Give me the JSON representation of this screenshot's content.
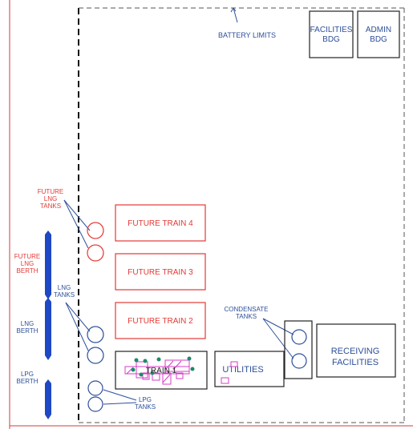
{
  "labels": {
    "battery_limits": "BATTERY LIMITS",
    "facilities_bdg": [
      "FACILITIES",
      "BDG"
    ],
    "admin_bdg": [
      "ADMIN",
      "BDG"
    ],
    "future_lng_tanks": [
      "FUTURE",
      "LNG",
      "TANKS"
    ],
    "future_lng_berth": [
      "FUTURE",
      "LNG",
      "BERTH"
    ],
    "lng_tanks": [
      "LNG",
      "TANKS"
    ],
    "lng_berth": [
      "LNG",
      "BERTH"
    ],
    "lpg_berth": [
      "LPG",
      "BERTH"
    ],
    "lpg_tanks": [
      "LPG",
      "TANKS"
    ],
    "condensate_tanks": [
      "CONDENSATE",
      "TANKS"
    ],
    "future_train_4": "FUTURE TRAIN 4",
    "future_train_3": "FUTURE TRAIN 3",
    "future_train_2": "FUTURE TRAIN 2",
    "train_1": "TRAIN 1",
    "utilities": "UTILITIES",
    "receiving_facilities": [
      "RECEIVING",
      "FACILITIES"
    ]
  },
  "colors": {
    "future": "#e23a36",
    "existing": "#2d4f9a",
    "outline": "#222222",
    "berth_fill": "#1f48c4",
    "equipment": "#d53cc7",
    "equipment_dots": "#1b8a6b",
    "boundary": "#d23b3b"
  }
}
